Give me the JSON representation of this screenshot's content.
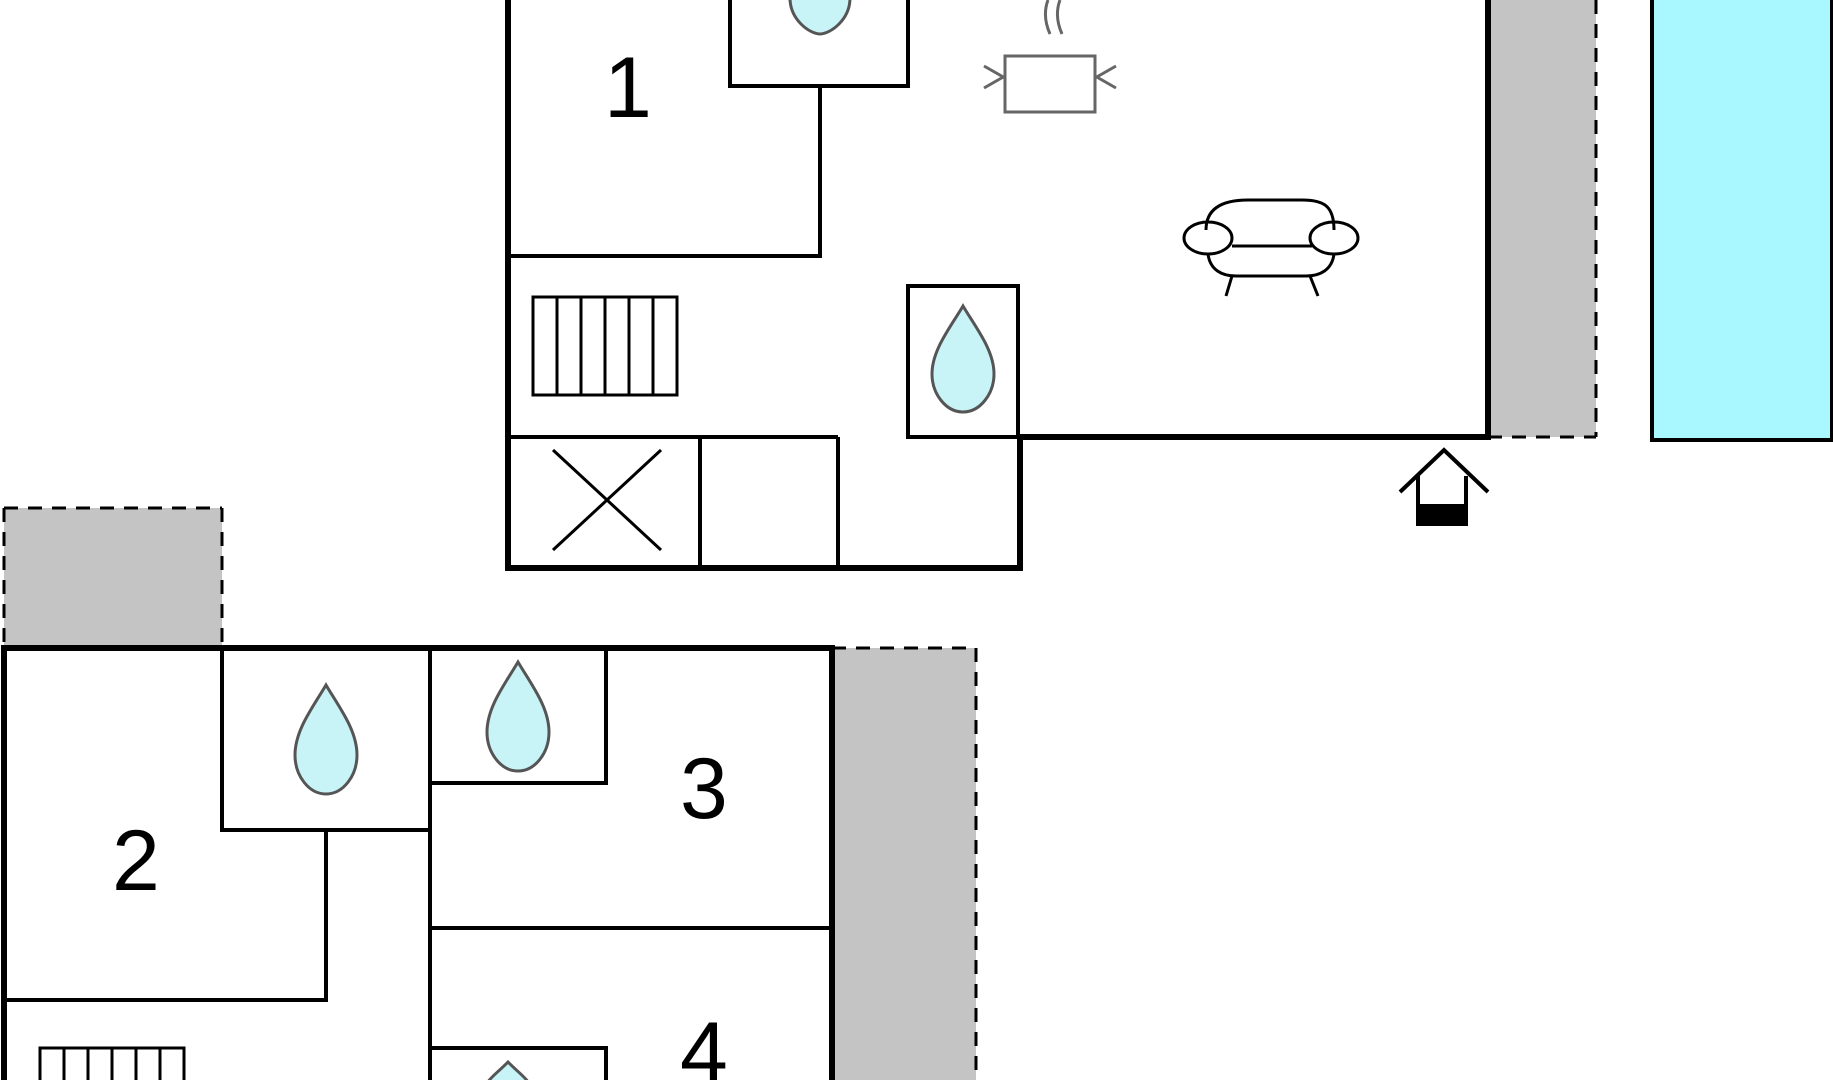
{
  "rooms": [
    {
      "label": "1"
    },
    {
      "label": "2"
    },
    {
      "label": "3"
    },
    {
      "label": "4"
    }
  ],
  "icons": {
    "water": "water-drop-icon",
    "stairs": "stairs-icon",
    "cooking": "cooking-pot-icon",
    "sofa": "sofa-icon",
    "entrance": "entrance-icon",
    "shower": "shower-x-icon"
  },
  "colors": {
    "wall": "#000000",
    "terrace": "#c4c4c4",
    "pool": "#aaf8ff",
    "water": "#c8f4f8",
    "water_outline": "#555555",
    "background": "#ffffff"
  }
}
